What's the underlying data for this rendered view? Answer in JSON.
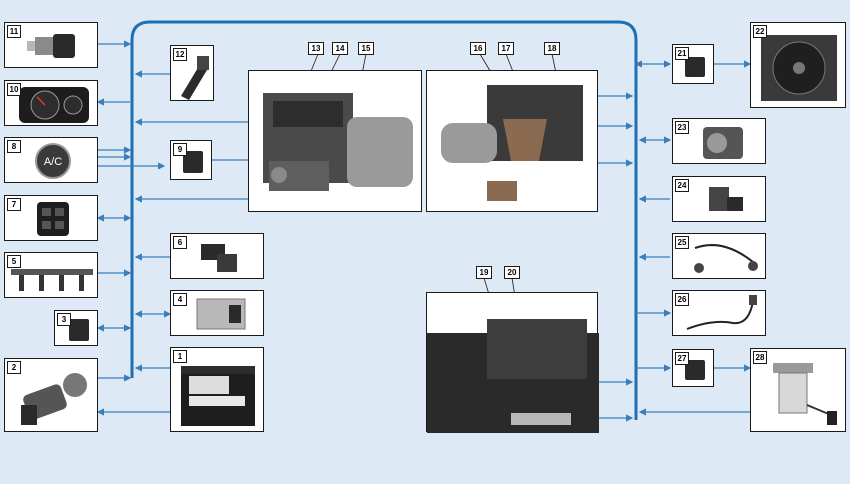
{
  "colors": {
    "background": "#dde9f4",
    "bus": "#1f6fb5",
    "arrow": "#3a7ebd",
    "frame": "#1a1a1a"
  },
  "components": [
    {
      "id": "1",
      "icon": "battery-icon"
    },
    {
      "id": "2",
      "icon": "ignition-switch-icon"
    },
    {
      "id": "3",
      "icon": "relay-icon"
    },
    {
      "id": "4",
      "icon": "control-unit-icon"
    },
    {
      "id": "5",
      "icon": "fuel-rail-injectors-icon"
    },
    {
      "id": "6",
      "icon": "map-sensor-icon"
    },
    {
      "id": "7",
      "icon": "switch-block-icon"
    },
    {
      "id": "8",
      "icon": "ac-button-icon",
      "label": "A/C"
    },
    {
      "id": "9",
      "icon": "relay-icon"
    },
    {
      "id": "10",
      "icon": "instrument-cluster-icon"
    },
    {
      "id": "11",
      "icon": "pressure-sensor-icon"
    },
    {
      "id": "12",
      "icon": "accelerator-pedal-icon"
    },
    {
      "id": "13"
    },
    {
      "id": "14"
    },
    {
      "id": "15"
    },
    {
      "id": "16"
    },
    {
      "id": "17"
    },
    {
      "id": "18"
    },
    {
      "id": "19"
    },
    {
      "id": "20"
    },
    {
      "id": "21",
      "icon": "relay-icon"
    },
    {
      "id": "22",
      "icon": "radiator-fan-icon"
    },
    {
      "id": "23",
      "icon": "throttle-body-icon"
    },
    {
      "id": "24",
      "icon": "solenoid-valve-icon"
    },
    {
      "id": "25",
      "icon": "knock-sensor-icon"
    },
    {
      "id": "26",
      "icon": "oxygen-sensor-icon"
    },
    {
      "id": "27",
      "icon": "relay-icon"
    },
    {
      "id": "28",
      "icon": "fuel-pump-module-icon"
    }
  ],
  "engine_views": [
    {
      "icon": "engine-front-icon"
    },
    {
      "icon": "engine-exhaust-side-icon"
    },
    {
      "icon": "engine-top-icon"
    }
  ]
}
